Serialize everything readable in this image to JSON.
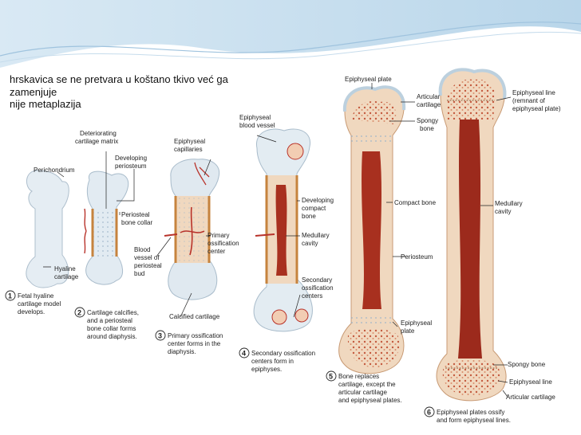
{
  "slide_text": [
    "hrskavica se ne pretvara u koštano tkivo već ga",
    "zamenjuje",
    "nije metaplazija"
  ],
  "labels": {
    "perichondrium": "Perichondrium",
    "deteriorating": [
      "Deteriorating",
      "cartilage matrix"
    ],
    "developing_periosteum": [
      "Developing",
      "periosteum"
    ],
    "hyaline": [
      "Hyaline",
      "cartilage"
    ],
    "periosteal_collar": [
      "Periosteal",
      "bone collar"
    ],
    "epiphyseal_capillaries": [
      "Epiphyseal",
      "capillaries"
    ],
    "primary_center": [
      "Primary",
      "ossification",
      "center"
    ],
    "blood_vessel": [
      "Blood",
      "vessel of",
      "periosteal",
      "bud"
    ],
    "calcified": "Calcified cartilage",
    "epiphyseal_blood_vessel": [
      "Epiphyseal",
      "blood vessel"
    ],
    "developing_compact": [
      "Developing",
      "compact",
      "bone"
    ],
    "medullary_cavity_4": [
      "Medullary",
      "cavity"
    ],
    "secondary_centers": [
      "Secondary",
      "ossification",
      "centers"
    ],
    "epiphyseal_plate_top": "Epiphyseal plate",
    "articular_cartilage_5": [
      "Articular",
      "cartilage"
    ],
    "spongy_bone_5": [
      "Spongy",
      "bone"
    ],
    "compact_bone": "Compact bone",
    "periosteum": "Periosteum",
    "epiphyseal_plate_5": [
      "Epiphyseal",
      "plate"
    ],
    "epiphyseal_line_top": [
      "Epiphyseal line",
      "(remnant of",
      "epiphyseal plate)"
    ],
    "medullary_cavity_6": [
      "Medullary",
      "cavity"
    ],
    "spongy_bone_6": "Spongy bone",
    "epiphyseal_line_6": "Epiphyseal line",
    "articular_cartilage_6": "Articular cartilage"
  },
  "steps": [
    {
      "num": "1",
      "text": [
        "Fetal hyaline",
        "cartilage model",
        "develops."
      ]
    },
    {
      "num": "2",
      "text": [
        "Cartilage calcifies,",
        "and a periosteal",
        "bone collar forms",
        "around diaphysis."
      ]
    },
    {
      "num": "3",
      "text": [
        "Primary ossification",
        "center forms in the",
        "diaphysis."
      ]
    },
    {
      "num": "4",
      "text": [
        "Secondary ossification",
        "centers form in",
        "epiphyses."
      ]
    },
    {
      "num": "5",
      "text": [
        "Bone replaces",
        "cartilage, except the",
        "articular cartilage",
        "and epiphyseal plates."
      ]
    },
    {
      "num": "6",
      "text": [
        "Epiphyseal plates ossify",
        "and form epiphyseal lines."
      ]
    }
  ],
  "colors": {
    "cartilage": "#dfe8ef",
    "bone": "#f2ddc8",
    "vessel": "#b8322a",
    "marrow": "#9c2a1c",
    "wave": "#cfe3f1"
  }
}
